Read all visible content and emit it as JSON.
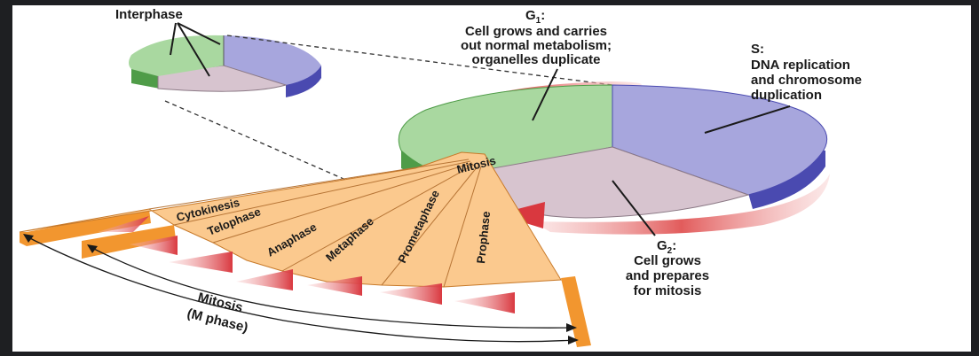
{
  "interphase_label": "Interphase",
  "g1": {
    "title": "G",
    "sub": "1",
    "colon": ":",
    "lines": [
      "Cell grows and carries",
      "out normal metabolism;",
      "organelles duplicate"
    ]
  },
  "s": {
    "title": "S:",
    "lines": [
      "DNA replication",
      "and chromosome",
      "duplication"
    ]
  },
  "g2": {
    "title": "G",
    "sub": "2",
    "colon": ":",
    "lines": [
      "Cell grows",
      "and prepares",
      "for mitosis"
    ]
  },
  "mitosis_wedge_label": "Mitosis",
  "mitosis_phases": [
    "Cytokinesis",
    "Telophase",
    "Anaphase",
    "Metaphase",
    "Prometaphase",
    "Prophase"
  ],
  "bracket_label": [
    "Mitosis",
    "(M phase)"
  ],
  "colors": {
    "g1": "#a9d8a0",
    "g1_side": "#4f9c48",
    "s": "#a7a6dd",
    "s_side": "#4a4ab0",
    "g2": "#d7c4cf",
    "mitosis": "#fbc98e",
    "mitosis_side": "#f2962f",
    "arrow": "#d9383f",
    "background": "#ffffff",
    "frame": "#1e1f22"
  }
}
